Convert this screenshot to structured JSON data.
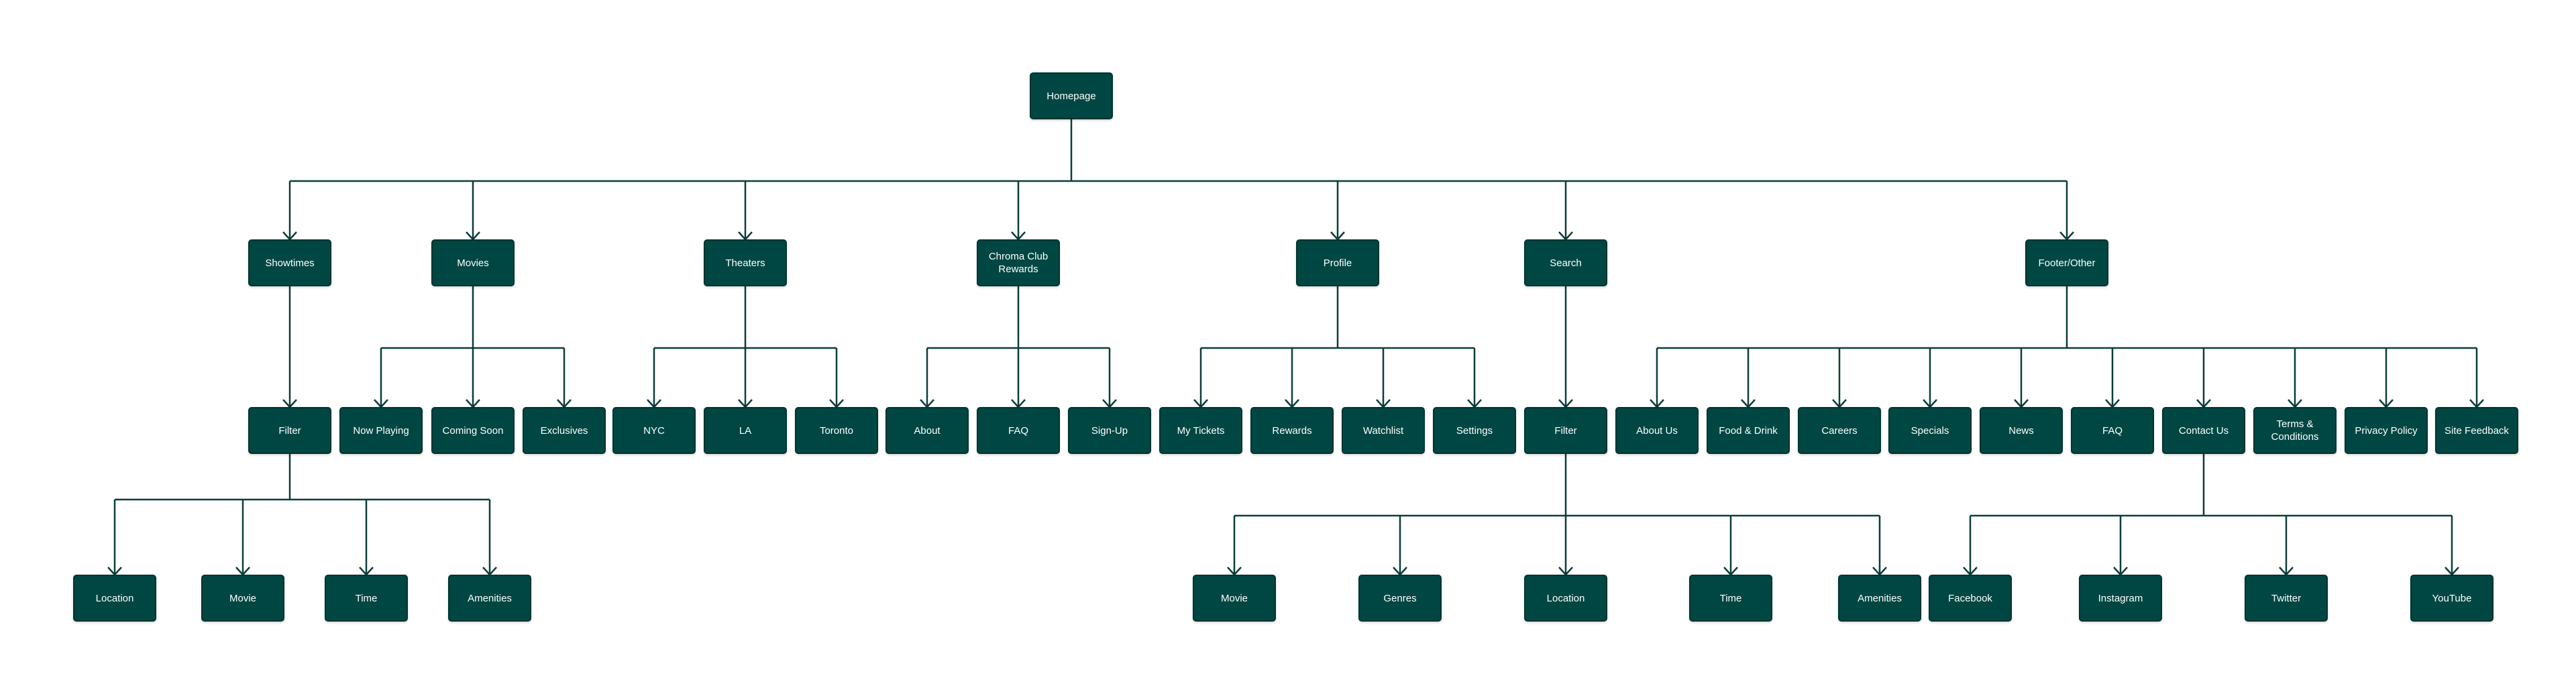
{
  "colors": {
    "node_fill": "#004743",
    "node_border": "#00332f",
    "connector": "#0a3d3a",
    "node_text": "#ffffff"
  },
  "tree": {
    "label": "Homepage",
    "children": [
      {
        "label": "Showtimes",
        "children": [
          {
            "label": "Filter",
            "children": [
              {
                "label": "Location"
              },
              {
                "label": "Movie"
              },
              {
                "label": "Time"
              },
              {
                "label": "Amenities"
              }
            ]
          }
        ]
      },
      {
        "label": "Movies",
        "children": [
          {
            "label": "Now Playing"
          },
          {
            "label": "Coming Soon"
          },
          {
            "label": "Exclusives"
          }
        ]
      },
      {
        "label": "Theaters",
        "children": [
          {
            "label": "NYC"
          },
          {
            "label": "LA"
          },
          {
            "label": "Toronto"
          }
        ]
      },
      {
        "label": "Chroma Club Rewards",
        "children": [
          {
            "label": "About"
          },
          {
            "label": "FAQ"
          },
          {
            "label": "Sign-Up"
          }
        ]
      },
      {
        "label": "Profile",
        "children": [
          {
            "label": "My Tickets"
          },
          {
            "label": "Rewards"
          },
          {
            "label": "Watchlist"
          },
          {
            "label": "Settings"
          }
        ]
      },
      {
        "label": "Search",
        "children": [
          {
            "label": "Filter",
            "children": [
              {
                "label": "Movie"
              },
              {
                "label": "Genres"
              },
              {
                "label": "Location"
              },
              {
                "label": "Time"
              },
              {
                "label": "Amenities"
              }
            ]
          }
        ]
      },
      {
        "label": "Footer/Other",
        "children": [
          {
            "label": "About Us"
          },
          {
            "label": "Food & Drink"
          },
          {
            "label": "Careers"
          },
          {
            "label": "Specials"
          },
          {
            "label": "News"
          },
          {
            "label": "FAQ"
          },
          {
            "label": "Contact Us",
            "children": [
              {
                "label": "Facebook"
              },
              {
                "label": "Instagram"
              },
              {
                "label": "Twitter"
              },
              {
                "label": "YouTube"
              }
            ]
          },
          {
            "label": "Terms & Conditions"
          },
          {
            "label": "Privacy Policy"
          },
          {
            "label": "Site Feedback"
          }
        ]
      }
    ]
  }
}
